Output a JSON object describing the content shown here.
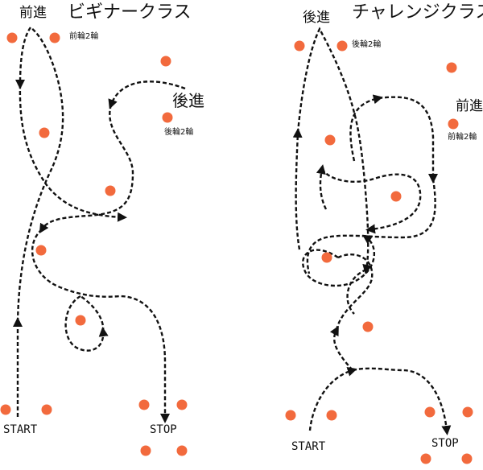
{
  "colors": {
    "cone": "#f26a3d",
    "path": "#111111"
  },
  "beginner": {
    "title": "ビギナークラス",
    "forward_label": "前進",
    "front_wheels_label": "前輪2輪",
    "reverse_label": "後進",
    "rear_wheels_label": "後輪2輪",
    "start_label": "START",
    "stop_label": "STOP"
  },
  "challenge": {
    "title": "チャレンジクラス",
    "reverse_label": "後進",
    "rear_wheels_label": "後輪2輪",
    "forward_label": "前進",
    "front_wheels_label": "前輪2輪",
    "start_label": "START",
    "stop_label": "STOP"
  }
}
